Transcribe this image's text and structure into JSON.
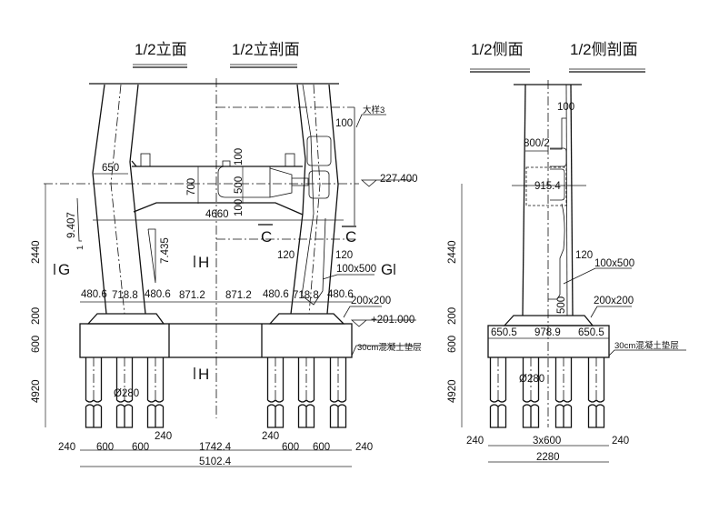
{
  "titles": {
    "elevation_half": "1/2立面",
    "elevation_section_half": "1/2立剖面",
    "side_half": "1/2侧面",
    "side_section_half": "1/2侧剖面"
  },
  "front": {
    "detail_ref": "大样3",
    "dims": {
      "d100_top": "100",
      "d650": "650",
      "d700": "700",
      "d100a": "100",
      "d500": "500",
      "d100b": "100",
      "d4660": "4660",
      "slope1": "9.407",
      "slope1_base": "1",
      "slope2": "7.435",
      "d120_left": "120",
      "d120_right": "120",
      "chamfer": "100x500",
      "pedestal_chamfer": "200x200",
      "top_row": [
        "480.6",
        "718.8",
        "480.6",
        "871.2",
        "871.2",
        "480.6",
        "718.8",
        "480.6"
      ],
      "v2440": "2440",
      "v200": "200",
      "v600": "600",
      "v4920": "4920",
      "pile_dia": "Ø280",
      "bottom_row": [
        "240",
        "600",
        "600",
        "240",
        "1742.4",
        "240",
        "600",
        "600",
        "240"
      ],
      "total": "5102.4"
    },
    "elevation_top": "227.400",
    "elevation_base": "+201.000",
    "cushion_label": "30cm混凝土垫层",
    "section_marks": {
      "C": "C",
      "G": "G",
      "H": "H"
    }
  },
  "side": {
    "dims": {
      "d100": "100",
      "d800_2": "800/2",
      "d915": "915.4",
      "d120": "120",
      "chamfer": "100x500",
      "pedestal_chamfer": "200x200",
      "d500": "500",
      "cap_row": [
        "650.5",
        "978.9",
        "650.5"
      ],
      "v2440": "2440",
      "v200": "200",
      "v600": "600",
      "v4920": "4920",
      "pile_dia": "Ø280",
      "bottom_row": [
        "240",
        "3x600",
        "240"
      ],
      "total": "2280"
    },
    "cushion_label": "30cm混凝土垫层"
  }
}
